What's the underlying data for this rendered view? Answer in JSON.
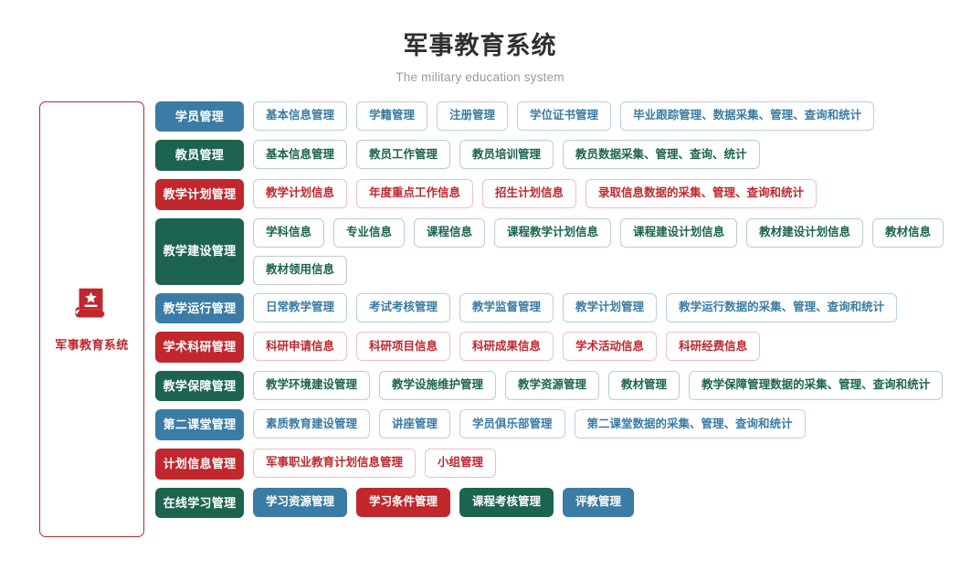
{
  "header": {
    "title": "军事教育系统",
    "subtitle": "The military education system"
  },
  "sidebar": {
    "icon": "book-star-icon",
    "label": "军事教育系统",
    "border_color": "#c1272d",
    "text_color": "#c1272d"
  },
  "colors": {
    "blue": "#3a7ca5",
    "green": "#1d6450",
    "red": "#c1272d",
    "title": "#2f2f2f",
    "subtitle": "#9a9a9a"
  },
  "rows": [
    {
      "category": "学员管理",
      "color": "blue",
      "child_style": "outline",
      "children": [
        "基本信息管理",
        "学籍管理",
        "注册管理",
        "学位证书管理",
        "毕业跟踪管理、数据采集、管理、查询和统计"
      ]
    },
    {
      "category": "教员管理",
      "color": "green",
      "child_style": "outline",
      "children": [
        "基本信息管理",
        "教员工作管理",
        "教员培训管理",
        "教员数据采集、管理、查询、统计"
      ]
    },
    {
      "category": "教学计划管理",
      "color": "red",
      "child_style": "outline",
      "children": [
        "教学计划信息",
        "年度重点工作信息",
        "招生计划信息",
        "录取信息数据的采集、管理、查询和统计"
      ]
    },
    {
      "category": "教学建设管理",
      "color": "green",
      "child_style": "outline",
      "children": [
        "学科信息",
        "专业信息",
        "课程信息",
        "课程教学计划信息",
        "课程建设计划信息",
        "教材建设计划信息",
        "教材信息",
        "教材领用信息"
      ]
    },
    {
      "category": "教学运行管理",
      "color": "blue",
      "child_style": "outline",
      "children": [
        "日常教学管理",
        "考试考核管理",
        "教学监督管理",
        "教学计划管理",
        "教学运行数据的采集、管理、查询和统计"
      ]
    },
    {
      "category": "学术科研管理",
      "color": "red",
      "child_style": "outline",
      "children": [
        "科研申请信息",
        "科研项目信息",
        "科研成果信息",
        "学术活动信息",
        "科研经费信息"
      ]
    },
    {
      "category": "教学保障管理",
      "color": "green",
      "child_style": "outline",
      "children": [
        "教学环境建设管理",
        "教学设施维护管理",
        "教学资源管理",
        "教材管理",
        "教学保障管理数据的采集、管理、查询和统计"
      ]
    },
    {
      "category": "第二课堂管理",
      "color": "blue",
      "child_style": "outline",
      "children": [
        "素质教育建设管理",
        "讲座管理",
        "学员俱乐部管理",
        "第二课堂数据的采集、管理、查询和统计"
      ]
    },
    {
      "category": "计划信息管理",
      "color": "red",
      "child_style": "outline",
      "children": [
        "军事职业教育计划信息管理",
        "小组管理"
      ]
    },
    {
      "category": "在线学习管理",
      "color": "green",
      "child_style": "solid",
      "children": [
        "学习资源管理",
        "学习条件管理",
        "课程考核管理",
        "评教管理"
      ],
      "children_colors": [
        "blue",
        "red",
        "green",
        "blue"
      ]
    }
  ]
}
